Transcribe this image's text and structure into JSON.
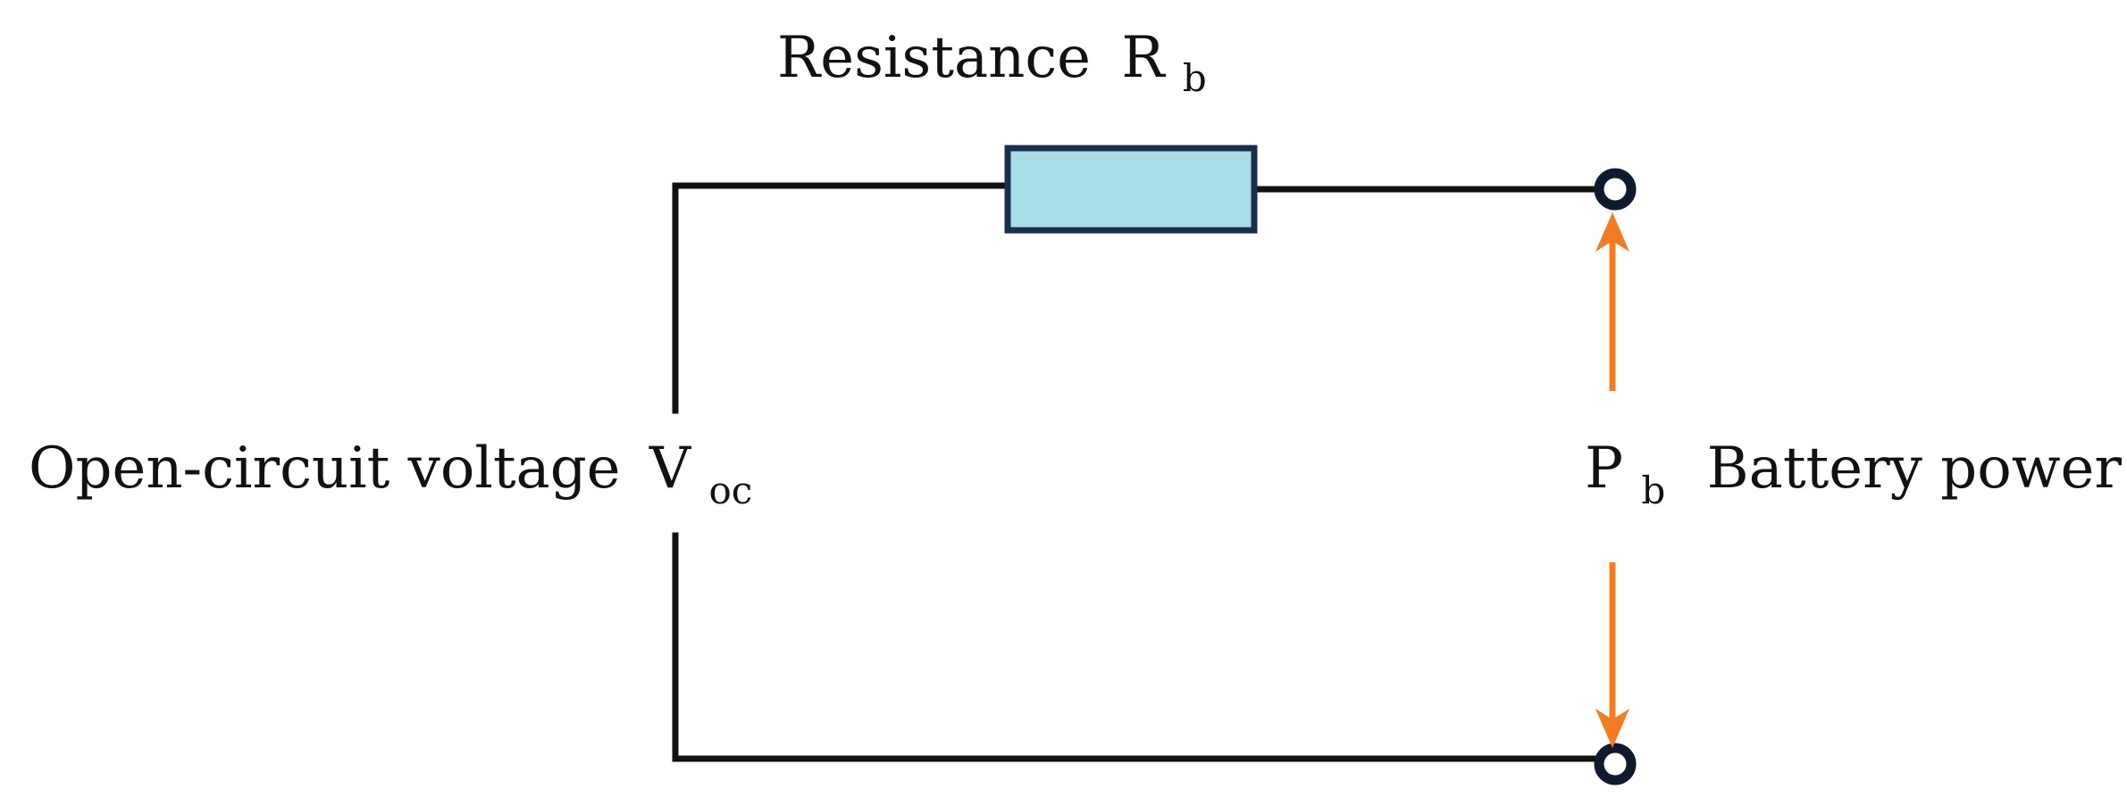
{
  "labels": {
    "resistance": {
      "text": "Resistance",
      "symbol": "R",
      "subscript": "b"
    },
    "voltage": {
      "text": "Open-circuit voltage",
      "symbol": "V",
      "subscript": "oc"
    },
    "power": {
      "symbol": "P",
      "subscript": "b",
      "text": "Battery power"
    }
  },
  "colors": {
    "wire": "#111111",
    "resistor_fill": "#a8dde8",
    "resistor_border": "#1a2f4d",
    "power_arrow": "#f47c20",
    "terminal": "#0f1a2e"
  }
}
